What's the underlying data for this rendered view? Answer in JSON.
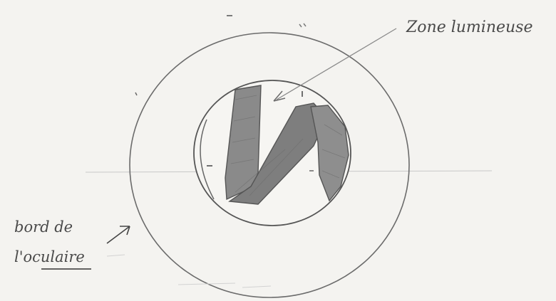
{
  "labels": {
    "zone": "Zone lumineuse",
    "edge_line1": "bord de",
    "edge_line2": "l'oculaire"
  },
  "colors": {
    "paper": "#f4f3f0",
    "pencil": "#6b6b6b",
    "shade": "#8c8c8c",
    "shade_dark": "#6e6e6e"
  }
}
